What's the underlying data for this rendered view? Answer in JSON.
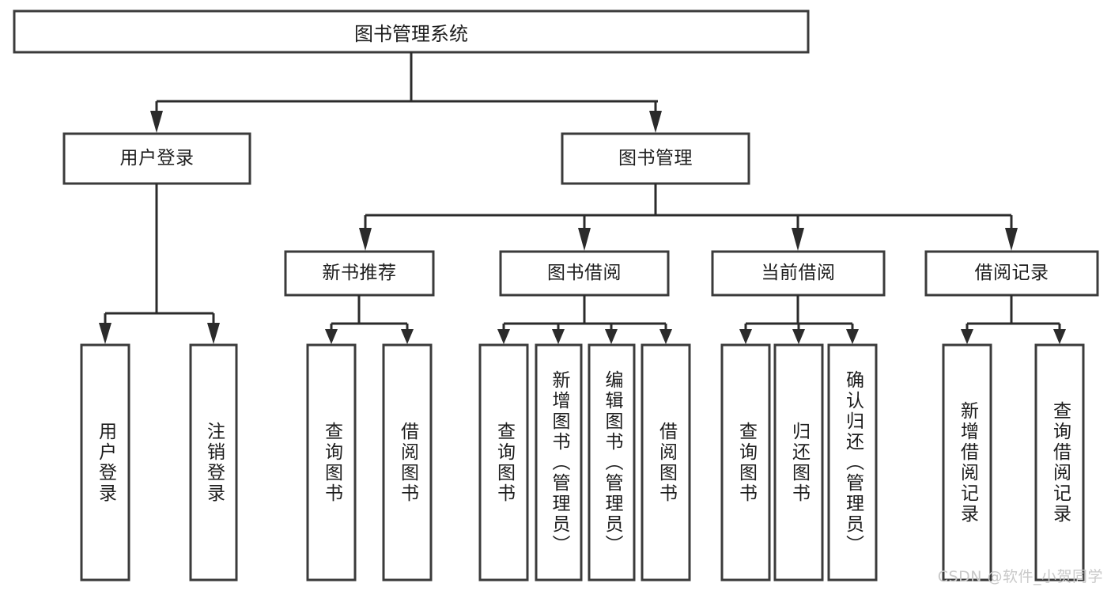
{
  "diagram": {
    "title": "图书管理系统",
    "type": "tree-hierarchy",
    "watermark": "CSDN @软件_小贺同学",
    "colors": {
      "box_stroke": "#3b3b3b",
      "connector": "#2b2b2b",
      "background": "#ffffff",
      "text": "#1d1d1d",
      "watermark": "#c9c9c9"
    },
    "root": {
      "label": "图书管理系统"
    },
    "level2": [
      {
        "label": "用户登录"
      },
      {
        "label": "图书管理"
      }
    ],
    "level3": [
      {
        "label": "新书推荐"
      },
      {
        "label": "图书借阅"
      },
      {
        "label": "当前借阅"
      },
      {
        "label": "借阅记录"
      }
    ],
    "leaves": {
      "user_login": [
        {
          "label": "用户登录"
        },
        {
          "label": "注销登录"
        }
      ],
      "new_book_recommend": [
        {
          "label": "查询图书"
        },
        {
          "label": "借阅图书"
        }
      ],
      "book_borrow": [
        {
          "label": "查询图书"
        },
        {
          "label": "新增图书（管理员）"
        },
        {
          "label": "编辑图书（管理员）"
        },
        {
          "label": "借阅图书"
        }
      ],
      "current_borrow": [
        {
          "label": "查询图书"
        },
        {
          "label": "归还图书"
        },
        {
          "label": "确认归还（管理员）"
        }
      ],
      "borrow_record": [
        {
          "label": "新增借阅记录"
        },
        {
          "label": "查询借阅记录"
        }
      ]
    }
  }
}
